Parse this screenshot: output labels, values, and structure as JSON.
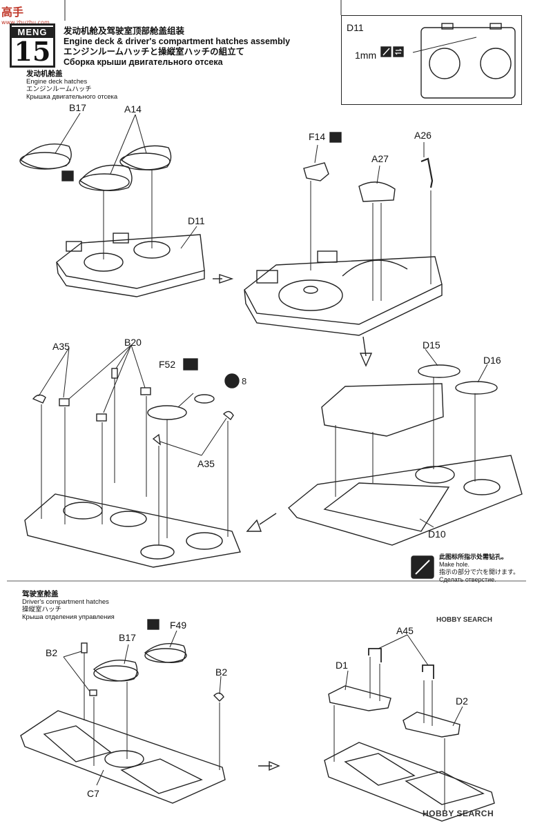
{
  "watermark": {
    "top_text": "高手",
    "top_sub": "www.zhuzhu.com",
    "mid_text": "HOBBY SEARCH",
    "bottom_text": "HOBBY SEARCH"
  },
  "step": {
    "brand": "MENG",
    "number": "15"
  },
  "title": {
    "cn": "发动机舱及驾驶室顶部舱盖组装",
    "en": "Engine deck & driver's compartment hatches assembly",
    "jp": "エンジンルームハッチと操縦室ハッチの組立て",
    "ru": "Сборка крыши двигательного отсека"
  },
  "section_engine": {
    "cn": "发动机舱盖",
    "en": "Engine deck hatches",
    "jp": "エンジンルームハッチ",
    "ru": "Крышка двигательного отсека"
  },
  "section_driver": {
    "cn": "驾驶室舱盖",
    "en": "Driver's compartment hatches",
    "jp": "操縦室ハッチ",
    "ru": "Крыша отделения управления"
  },
  "reference": {
    "part": "D11",
    "drill_size": "1mm"
  },
  "parts": {
    "b17_top": "B17",
    "a14": "A14",
    "d11": "D11",
    "f14": "F14",
    "a27": "A27",
    "a26": "A26",
    "a35_left": "A35",
    "b20": "B20",
    "f52": "F52",
    "w8": "8",
    "a35_right": "A35",
    "d15": "D15",
    "d16": "D16",
    "d10": "D10",
    "b2_left": "B2",
    "b17_bottom": "B17",
    "f49": "F49",
    "b2_right": "B2",
    "c7": "C7",
    "a45": "A45",
    "d1": "D1",
    "d2": "D2"
  },
  "note": {
    "cn": "此图标所指示处需钻孔。",
    "en": "Make hole.",
    "jp": "指示の部分で穴を開けます。",
    "ru": "Сделать отверстие."
  },
  "colors": {
    "line": "#222222",
    "paper": "#ffffff",
    "icon_fill": "#222222"
  }
}
